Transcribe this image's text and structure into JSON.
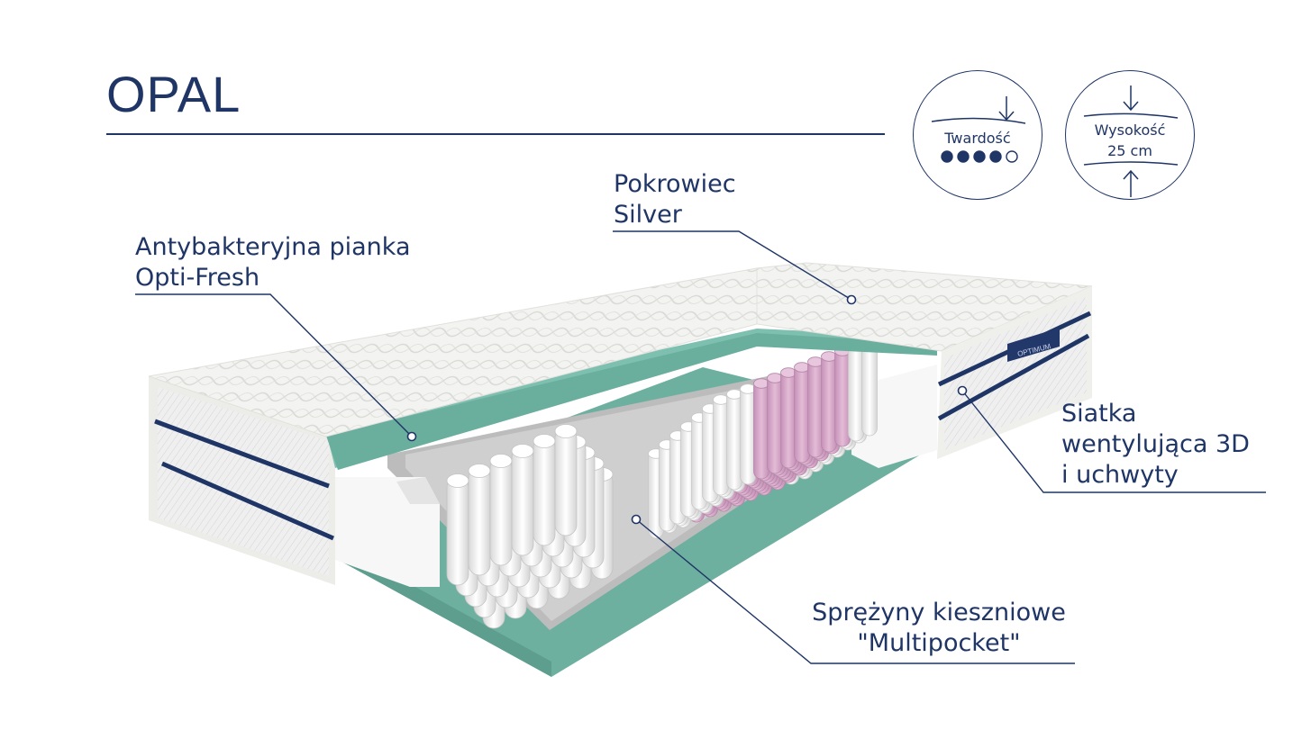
{
  "title": "OPAL",
  "badges": {
    "firmness": {
      "label": "Twardość",
      "level": 4,
      "max": 5
    },
    "height": {
      "label_line1": "Wysokość",
      "label_line2": "25 cm"
    }
  },
  "callouts": {
    "cover": {
      "line1": "Pokrowiec",
      "line2": "Silver"
    },
    "foam": {
      "line1": "Antybakteryjna pianka",
      "line2": "Opti-Fresh"
    },
    "mesh": {
      "line1": "Siatka",
      "line2": "wentylująca 3D",
      "line3": "i uchwyty"
    },
    "springs": {
      "line1": "Sprężyny kieszniowe",
      "line2": "\"Multipocket\""
    }
  },
  "brand_label": "OPTIMUM",
  "colors": {
    "navy": "#1f3566",
    "foam": "#6fb5a4",
    "spring_pink": "#d6a9c9",
    "spring_white": "#f4f4f4",
    "felt": "#b9b9b9"
  }
}
